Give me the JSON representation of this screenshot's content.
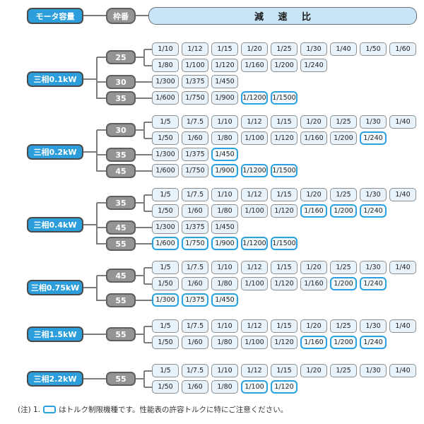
{
  "header": {
    "capacity_label": "モータ容量",
    "frame_label": "枠番",
    "ratio_label": "減 速 比"
  },
  "colors": {
    "capacity_fill": "#2b9edb",
    "frame_fill": "#949494",
    "ratio_header_fill": "#c7e5f7",
    "ratio_fill": "#e8f2fa",
    "ratio_border": "#8e8e8e",
    "torque_limited_border": "#2aa2e0",
    "connector_line": "#7d7d7d"
  },
  "note": {
    "prefix": "(注) 1.",
    "suffix": "はトルク制限機種です。性能表の許容トルクに特にご注意ください。"
  },
  "groups": [
    {
      "capacity": "三相0.1kW",
      "frames": [
        {
          "label": "25",
          "rows": [
            [
              {
                "label": "1/10",
                "limited": false
              },
              {
                "label": "1/12",
                "limited": false
              },
              {
                "label": "1/15",
                "limited": false
              },
              {
                "label": "1/20",
                "limited": false
              },
              {
                "label": "1/25",
                "limited": false
              },
              {
                "label": "1/30",
                "limited": false
              },
              {
                "label": "1/40",
                "limited": false
              },
              {
                "label": "1/50",
                "limited": false
              },
              {
                "label": "1/60",
                "limited": false
              }
            ],
            [
              {
                "label": "1/80",
                "limited": false
              },
              {
                "label": "1/100",
                "limited": false
              },
              {
                "label": "1/120",
                "limited": false
              },
              {
                "label": "1/160",
                "limited": false
              },
              {
                "label": "1/200",
                "limited": false
              },
              {
                "label": "1/240",
                "limited": false
              }
            ]
          ]
        },
        {
          "label": "30",
          "rows": [
            [
              {
                "label": "1/300",
                "limited": false
              },
              {
                "label": "1/375",
                "limited": false
              },
              {
                "label": "1/450",
                "limited": false
              }
            ]
          ]
        },
        {
          "label": "35",
          "rows": [
            [
              {
                "label": "1/600",
                "limited": false
              },
              {
                "label": "1/750",
                "limited": false
              },
              {
                "label": "1/900",
                "limited": false
              },
              {
                "label": "1/1200",
                "limited": true
              },
              {
                "label": "1/1500",
                "limited": true
              }
            ]
          ]
        }
      ]
    },
    {
      "capacity": "三相0.2kW",
      "frames": [
        {
          "label": "30",
          "rows": [
            [
              {
                "label": "1/5",
                "limited": false
              },
              {
                "label": "1/7.5",
                "limited": false
              },
              {
                "label": "1/10",
                "limited": false
              },
              {
                "label": "1/12",
                "limited": false
              },
              {
                "label": "1/15",
                "limited": false
              },
              {
                "label": "1/20",
                "limited": false
              },
              {
                "label": "1/25",
                "limited": false
              },
              {
                "label": "1/30",
                "limited": false
              },
              {
                "label": "1/40",
                "limited": false
              }
            ],
            [
              {
                "label": "1/50",
                "limited": false
              },
              {
                "label": "1/60",
                "limited": false
              },
              {
                "label": "1/80",
                "limited": false
              },
              {
                "label": "1/100",
                "limited": false
              },
              {
                "label": "1/120",
                "limited": false
              },
              {
                "label": "1/160",
                "limited": false
              },
              {
                "label": "1/200",
                "limited": false
              },
              {
                "label": "1/240",
                "limited": true
              }
            ]
          ]
        },
        {
          "label": "35",
          "rows": [
            [
              {
                "label": "1/300",
                "limited": false
              },
              {
                "label": "1/375",
                "limited": false
              },
              {
                "label": "1/450",
                "limited": true
              }
            ]
          ]
        },
        {
          "label": "45",
          "rows": [
            [
              {
                "label": "1/600",
                "limited": false
              },
              {
                "label": "1/750",
                "limited": false
              },
              {
                "label": "1/900",
                "limited": true
              },
              {
                "label": "1/1200",
                "limited": true
              },
              {
                "label": "1/1500",
                "limited": true
              }
            ]
          ]
        }
      ]
    },
    {
      "capacity": "三相0.4kW",
      "frames": [
        {
          "label": "35",
          "rows": [
            [
              {
                "label": "1/5",
                "limited": false
              },
              {
                "label": "1/7.5",
                "limited": false
              },
              {
                "label": "1/10",
                "limited": false
              },
              {
                "label": "1/12",
                "limited": false
              },
              {
                "label": "1/15",
                "limited": false
              },
              {
                "label": "1/20",
                "limited": false
              },
              {
                "label": "1/25",
                "limited": false
              },
              {
                "label": "1/30",
                "limited": false
              },
              {
                "label": "1/40",
                "limited": false
              }
            ],
            [
              {
                "label": "1/50",
                "limited": false
              },
              {
                "label": "1/60",
                "limited": false
              },
              {
                "label": "1/80",
                "limited": false
              },
              {
                "label": "1/100",
                "limited": false
              },
              {
                "label": "1/120",
                "limited": false
              },
              {
                "label": "1/160",
                "limited": true
              },
              {
                "label": "1/200",
                "limited": true
              },
              {
                "label": "1/240",
                "limited": true
              }
            ]
          ]
        },
        {
          "label": "45",
          "rows": [
            [
              {
                "label": "1/300",
                "limited": false
              },
              {
                "label": "1/375",
                "limited": false
              },
              {
                "label": "1/450",
                "limited": false
              }
            ]
          ]
        },
        {
          "label": "55",
          "rows": [
            [
              {
                "label": "1/600",
                "limited": true
              },
              {
                "label": "1/750",
                "limited": true
              },
              {
                "label": "1/900",
                "limited": true
              },
              {
                "label": "1/1200",
                "limited": true
              },
              {
                "label": "1/1500",
                "limited": true
              }
            ]
          ]
        }
      ]
    },
    {
      "capacity": "三相0.75kW",
      "frames": [
        {
          "label": "45",
          "rows": [
            [
              {
                "label": "1/5",
                "limited": false
              },
              {
                "label": "1/7.5",
                "limited": false
              },
              {
                "label": "1/10",
                "limited": false
              },
              {
                "label": "1/12",
                "limited": false
              },
              {
                "label": "1/15",
                "limited": false
              },
              {
                "label": "1/20",
                "limited": false
              },
              {
                "label": "1/25",
                "limited": false
              },
              {
                "label": "1/30",
                "limited": false
              },
              {
                "label": "1/40",
                "limited": false
              }
            ],
            [
              {
                "label": "1/50",
                "limited": false
              },
              {
                "label": "1/60",
                "limited": false
              },
              {
                "label": "1/80",
                "limited": false
              },
              {
                "label": "1/100",
                "limited": false
              },
              {
                "label": "1/120",
                "limited": false
              },
              {
                "label": "1/160",
                "limited": false
              },
              {
                "label": "1/200",
                "limited": true
              },
              {
                "label": "1/240",
                "limited": true
              }
            ]
          ]
        },
        {
          "label": "55",
          "rows": [
            [
              {
                "label": "1/300",
                "limited": true
              },
              {
                "label": "1/375",
                "limited": true
              },
              {
                "label": "1/450",
                "limited": true
              }
            ]
          ]
        }
      ]
    },
    {
      "capacity": "三相1.5kW",
      "frames": [
        {
          "label": "55",
          "rows": [
            [
              {
                "label": "1/5",
                "limited": false
              },
              {
                "label": "1/7.5",
                "limited": false
              },
              {
                "label": "1/10",
                "limited": false
              },
              {
                "label": "1/12",
                "limited": false
              },
              {
                "label": "1/15",
                "limited": false
              },
              {
                "label": "1/20",
                "limited": false
              },
              {
                "label": "1/25",
                "limited": false
              },
              {
                "label": "1/30",
                "limited": false
              },
              {
                "label": "1/40",
                "limited": false
              }
            ],
            [
              {
                "label": "1/50",
                "limited": false
              },
              {
                "label": "1/60",
                "limited": false
              },
              {
                "label": "1/80",
                "limited": false
              },
              {
                "label": "1/100",
                "limited": false
              },
              {
                "label": "1/120",
                "limited": false
              },
              {
                "label": "1/160",
                "limited": true
              },
              {
                "label": "1/200",
                "limited": true
              },
              {
                "label": "1/240",
                "limited": true
              }
            ]
          ]
        }
      ]
    },
    {
      "capacity": "三相2.2kW",
      "frames": [
        {
          "label": "55",
          "rows": [
            [
              {
                "label": "1/5",
                "limited": false
              },
              {
                "label": "1/7.5",
                "limited": false
              },
              {
                "label": "1/10",
                "limited": false
              },
              {
                "label": "1/12",
                "limited": false
              },
              {
                "label": "1/15",
                "limited": false
              },
              {
                "label": "1/20",
                "limited": false
              },
              {
                "label": "1/25",
                "limited": false
              },
              {
                "label": "1/30",
                "limited": false
              },
              {
                "label": "1/40",
                "limited": false
              }
            ],
            [
              {
                "label": "1/50",
                "limited": false
              },
              {
                "label": "1/60",
                "limited": false
              },
              {
                "label": "1/80",
                "limited": false
              },
              {
                "label": "1/100",
                "limited": true
              },
              {
                "label": "1/120",
                "limited": true
              }
            ]
          ]
        }
      ]
    }
  ]
}
